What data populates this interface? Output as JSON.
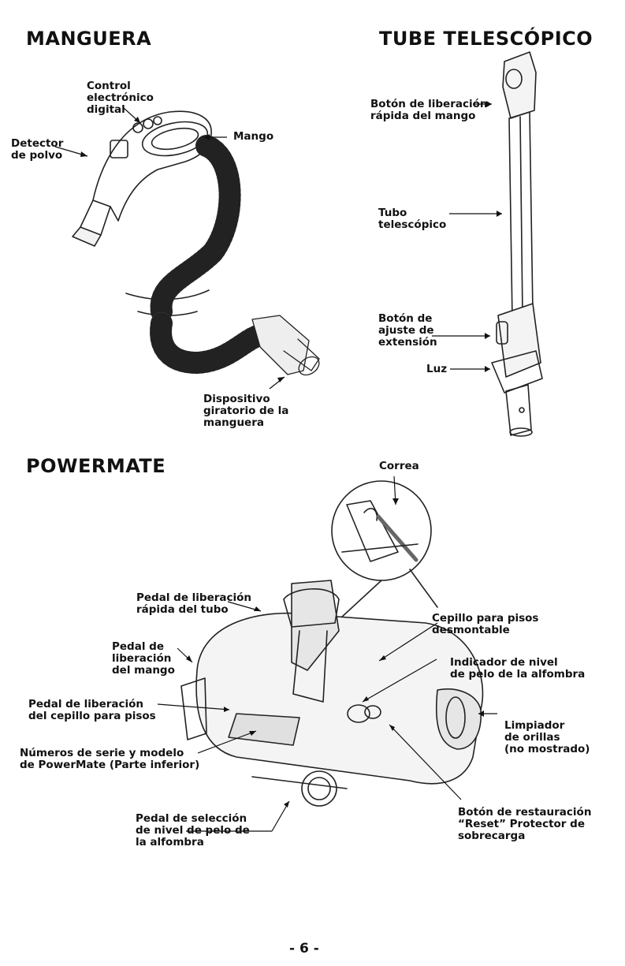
{
  "headings": {
    "manguera": "MANGUERA",
    "tube": "TUBE TELESCÓPICO",
    "powermate": "POWERMATE"
  },
  "manguera": {
    "control": [
      "Control",
      "electrónico",
      "digital"
    ],
    "detector": [
      "Detector",
      "de polvo"
    ],
    "mango": "Mango",
    "swivel": [
      "Dispositivo",
      "giratorio de la",
      "manguera"
    ]
  },
  "tube": {
    "release": [
      "Botón de liberación",
      "rápida del mango"
    ],
    "tubo": [
      "Tubo",
      "telescópico"
    ],
    "ajuste": [
      "Botón de",
      "ajuste de",
      "extensión"
    ],
    "luz": "Luz"
  },
  "powermate": {
    "correa": "Correa",
    "tube_release": [
      "Pedal de liberación",
      "rápida del tubo"
    ],
    "handle_release": [
      "Pedal de",
      "liberación",
      "del mango"
    ],
    "brush_release": [
      "Pedal de liberación",
      "del cepillo para pisos"
    ],
    "serial": [
      "Números  de serie y modelo",
      "de PowerMate (Parte inferior)"
    ],
    "pile_select": [
      "Pedal de selección",
      "de nivel de pelo de",
      "la alfombra"
    ],
    "cepillo": [
      "Cepillo para pisos",
      "desmontable"
    ],
    "indicador": [
      "Indicador de nivel",
      "de pelo de la alfombra"
    ],
    "limpiador": [
      "Limpiador",
      "de orillas",
      "(no mostrado)"
    ],
    "reset": [
      "Botón de restauración",
      "“Reset” Protector de",
      "sobrecarga"
    ]
  },
  "page_number": "- 6 -"
}
